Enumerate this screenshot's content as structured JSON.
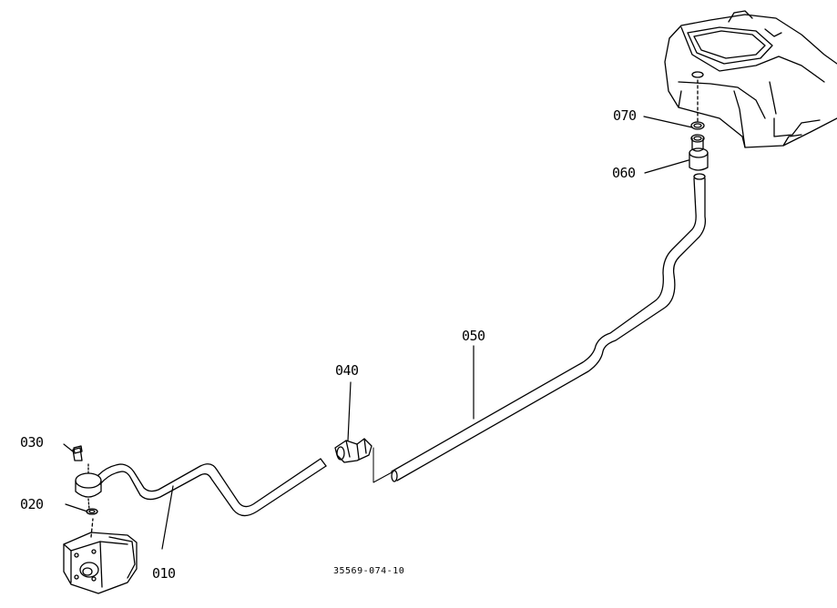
{
  "parts": [
    {
      "id": "p010",
      "label": "010"
    },
    {
      "id": "p020",
      "label": "020"
    },
    {
      "id": "p030",
      "label": "030"
    },
    {
      "id": "p040",
      "label": "040"
    },
    {
      "id": "p050",
      "label": "050"
    },
    {
      "id": "p060",
      "label": "060"
    },
    {
      "id": "p070",
      "label": "070"
    }
  ],
  "drawing_ref": "35569-074-10",
  "colors": {
    "ink": "#000000",
    "paper": "#ffffff"
  }
}
